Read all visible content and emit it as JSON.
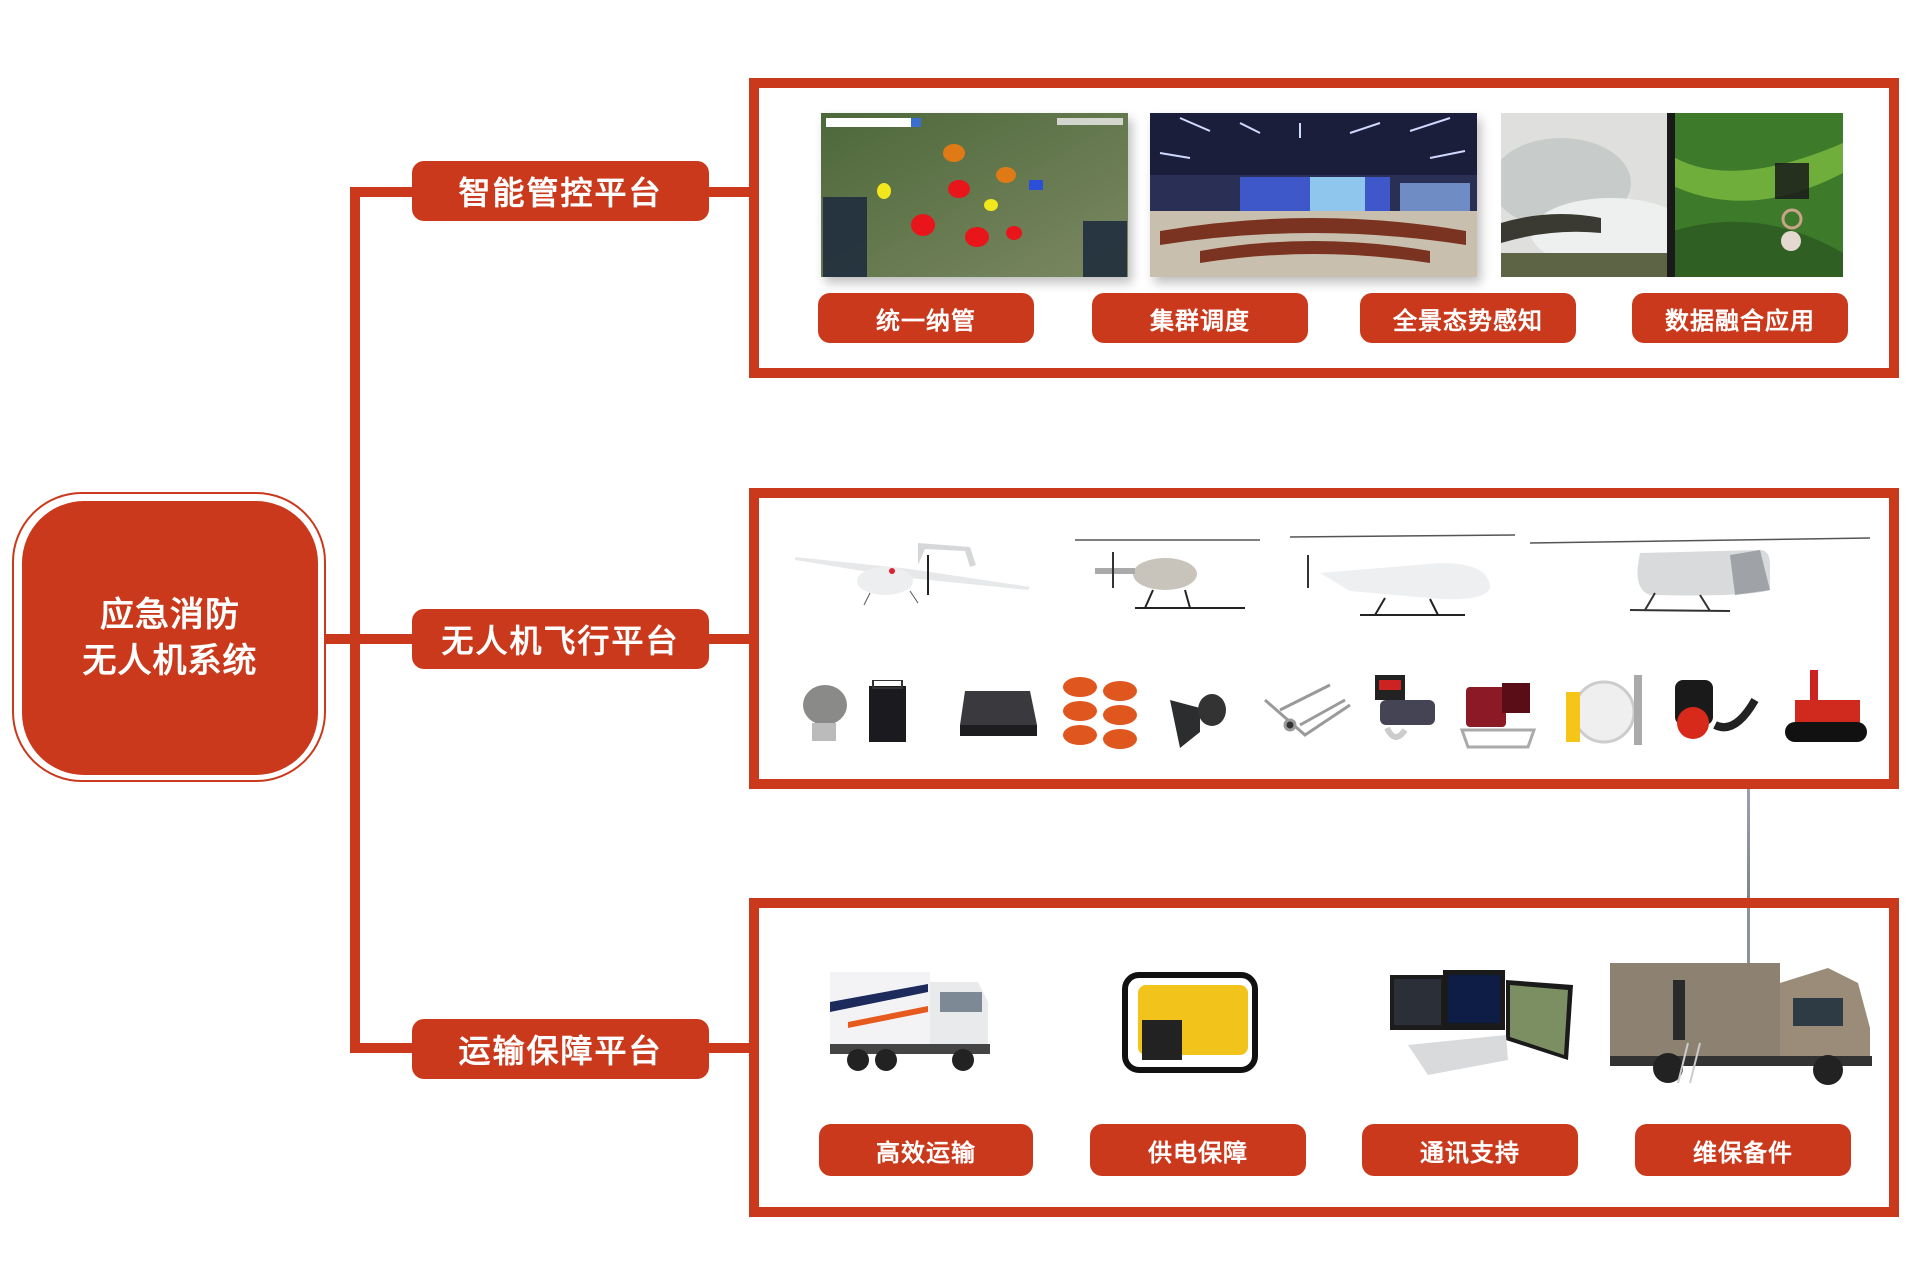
{
  "root": {
    "title_line1": "应急消防",
    "title_line2": "无人机系统"
  },
  "platforms": [
    {
      "label": "智能管控平台",
      "features": [
        "统一纳管",
        "集群调度",
        "全景态势感知",
        "数据融合应用"
      ],
      "images": [
        "map-management-screenshot",
        "command-center-photo",
        "wildfire-smoke-video",
        "satellite-terrain-map"
      ]
    },
    {
      "label": "无人机飞行平台",
      "aircraft": [
        "vtol-fixed-wing-drone",
        "small-unmanned-helicopter",
        "medium-unmanned-helicopter",
        "tandem-rotor-unmanned-helicopter"
      ],
      "payloads": [
        "satellite-dish",
        "radio-transceiver",
        "data-link-box",
        "fire-extinguisher-bombs",
        "loudspeaker",
        "cargo-hook-frame",
        "electric-winch",
        "portable-fire-pump",
        "fire-hose-and-nozzle",
        "backpack-blower",
        "firefighting-robot"
      ]
    },
    {
      "label": "运输保障平台",
      "features": [
        "高效运输",
        "供电保障",
        "通讯支持",
        "维保备件"
      ],
      "images": [
        "transport-truck",
        "power-generator",
        "tri-screen-rugged-laptop",
        "maintenance-command-vehicle"
      ]
    }
  ],
  "colors": {
    "accent": "#cb391c",
    "text_on_accent": "#ffffff",
    "background": "#ffffff"
  }
}
